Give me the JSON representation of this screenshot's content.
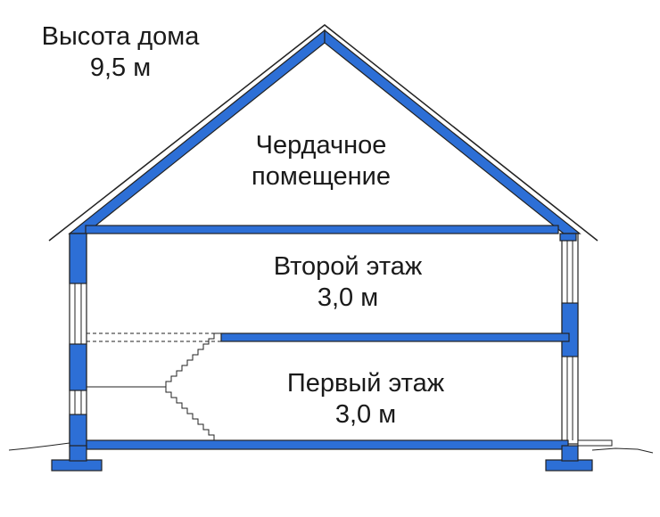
{
  "labels": {
    "house_height": {
      "title": "Высота дома",
      "value": "9,5 м"
    },
    "attic": {
      "line1": "Чердачное",
      "line2": "помещение"
    },
    "second_floor": {
      "title": "Второй этаж",
      "value": "3,0 м"
    },
    "first_floor": {
      "title": "Первый этаж",
      "value": "3,0 м"
    }
  },
  "colors": {
    "structure": "#2d6fd6",
    "outline": "#222222",
    "wall_fill": "#ffffff",
    "background": "#ffffff"
  }
}
